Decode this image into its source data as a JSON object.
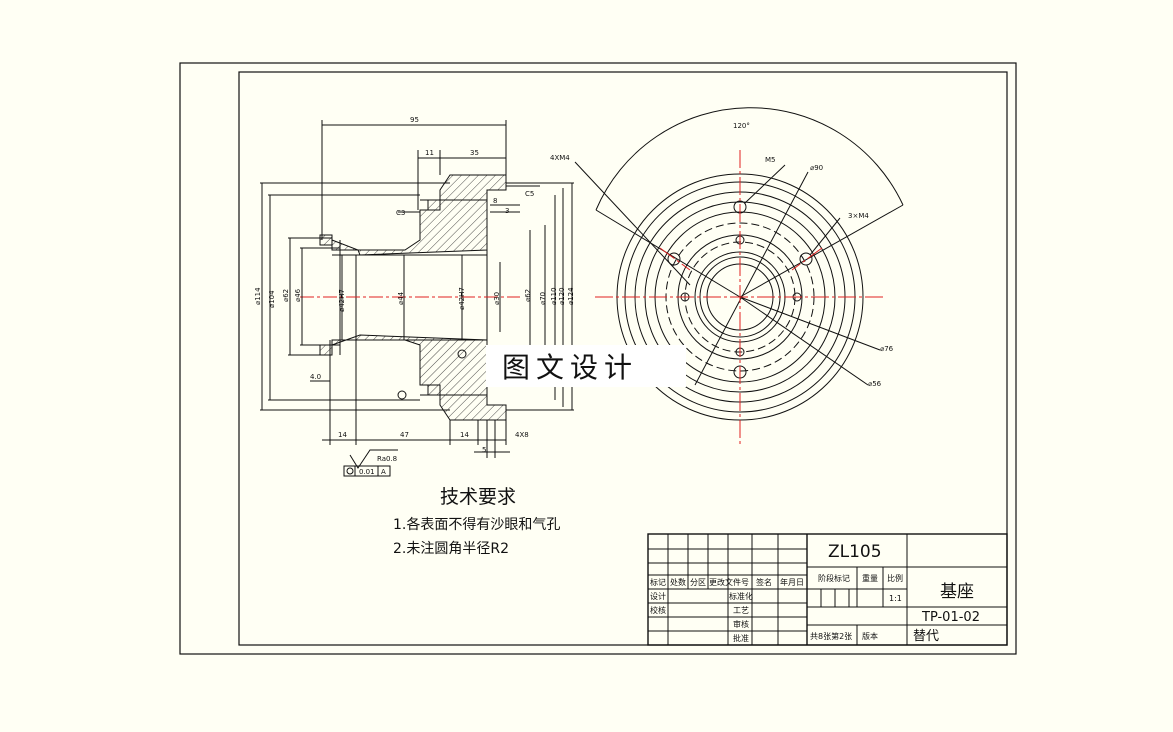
{
  "part_view": {
    "dimensions": {
      "d95": "95",
      "d11": "11",
      "d35": "35",
      "d3": "3",
      "d8": "8",
      "c5": "C5",
      "c3": "C3",
      "phi114": "⌀114",
      "phi104": "⌀104",
      "phi62": "⌀62",
      "phi46": "⌀46",
      "phi42h7_left": "⌀42H7",
      "phi44": "⌀44",
      "phi42h7_right": "⌀42H7",
      "phi30": "⌀30",
      "phi62_right": "⌀62",
      "phi70": "⌀70",
      "phi110": "⌀110",
      "phi120": "⌀120",
      "phi124": "⌀124",
      "bottom_14a": "14",
      "bottom_47": "47",
      "bottom_14b": "14",
      "bottom_4x8": "4X8",
      "bottom_5": "5",
      "roughness": "Ra0.8",
      "tol_value": "0.01",
      "tol_datum": "A",
      "tol_small": "4.0"
    }
  },
  "end_view": {
    "angle": "120°",
    "callouts": {
      "thread_4xm4": "4XM4",
      "m5": "M5",
      "phi90": "⌀90",
      "thread_3xm4": "3×M4",
      "phi76": "⌀76",
      "phi56": "⌀56"
    }
  },
  "watermark": "图文设计",
  "tech_requirements": {
    "title": "技术要求",
    "items": [
      "1.各表面不得有沙眼和气孔",
      "2.未注圆角半径R2"
    ]
  },
  "title_block": {
    "material": "ZL105",
    "part_name": "基座",
    "drawing_no": "TP-01-02",
    "scale": "1:1",
    "replace_label": "替代",
    "headers": {
      "mark": "标记",
      "count": "处数",
      "zone": "分区",
      "doc_no": "更改文件号",
      "sign": "签名",
      "date": "年月日",
      "stage_mark": "阶段标记",
      "weight": "重量",
      "scale_label": "比例",
      "design": "设计",
      "standardize": "标准化",
      "check": "校核",
      "process": "工艺",
      "review": "审核",
      "approve": "批准",
      "sheets": "共8张第2张",
      "version": "版本"
    }
  },
  "colors": {
    "line": "#111111",
    "center_line": "#e02020",
    "paper": "#fffff4"
  }
}
